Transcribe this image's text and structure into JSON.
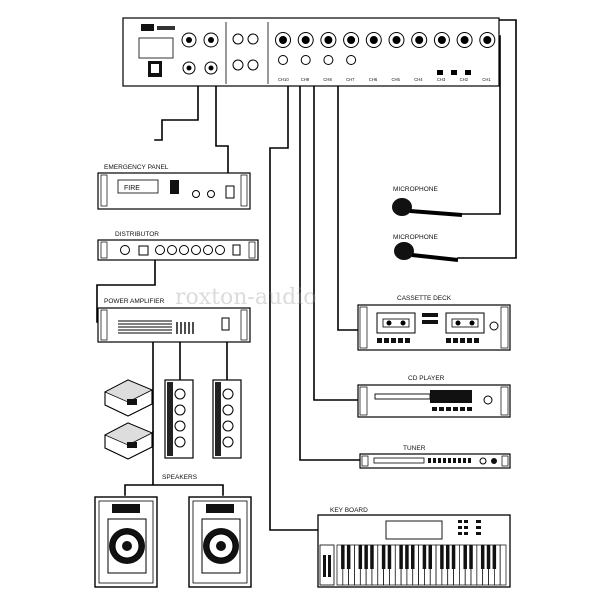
{
  "mixer": {
    "channel_labels": [
      "CH10",
      "CH9",
      "CH8",
      "CH7",
      "CH6",
      "CH5",
      "CH4",
      "CH3",
      "CH2",
      "CH1"
    ]
  },
  "devices": {
    "emergency_panel": {
      "label": "EMERGENCY PANEL",
      "display": "FIRE"
    },
    "distributor": {
      "label": "DISTRIBUTOR"
    },
    "power_amplifier": {
      "label": "POWER AMPLIFIER"
    },
    "speakers": {
      "label": "SPEAKERS"
    },
    "microphone_1": {
      "label": "MICROPHONE"
    },
    "microphone_2": {
      "label": "MICROPHONE"
    },
    "cassette_deck": {
      "label": "CASSETTE DECK"
    },
    "cd_player": {
      "label": "CD PLAYER"
    },
    "tuner": {
      "label": "TUNER"
    },
    "keyboard": {
      "label": "KEY BOARD"
    }
  },
  "watermark": "roxton-audio"
}
